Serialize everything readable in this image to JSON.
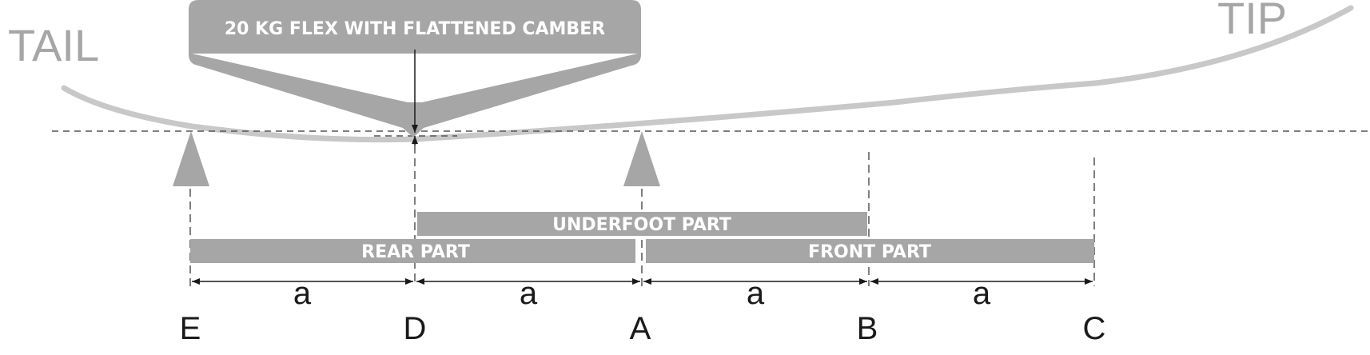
{
  "labels": {
    "tail": "TAIL",
    "tip": "TIP",
    "load_callout": "20 KG FLEX WITH FLATTENED CAMBER"
  },
  "parts": {
    "underfoot": "UNDERFOOT PART",
    "rear": "REAR PART",
    "front": "FRONT PART"
  },
  "dimensions": [
    "a",
    "a",
    "a",
    "a"
  ],
  "points": [
    "E",
    "D",
    "A",
    "B",
    "C"
  ],
  "colors": {
    "gray": "#a6a6a6",
    "light_gray": "#c8c8c8",
    "ink": "#1a1a1a",
    "white": "#ffffff"
  }
}
